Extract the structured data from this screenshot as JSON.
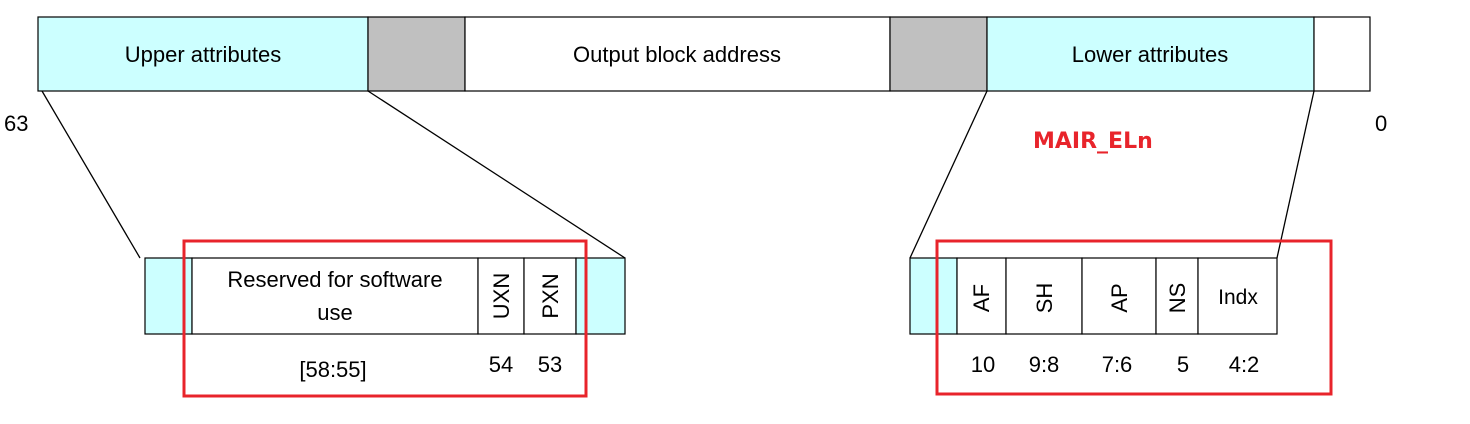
{
  "top_row": {
    "upper_attributes": "Upper attributes",
    "output_block_address": "Output block address",
    "lower_attributes": "Lower attributes",
    "bit_high": "63",
    "bit_low": "0"
  },
  "annotation": {
    "label": "MAIR_ELn",
    "color": "#e8242b"
  },
  "upper_detail": {
    "reserved_line1": "Reserved for software",
    "reserved_line2": "use",
    "uxn": "UXN",
    "pxn": "PXN",
    "bits_reserved": "[58:55]",
    "bit_uxn": "54",
    "bit_pxn": "53"
  },
  "lower_detail": {
    "fields": [
      "AF",
      "SH",
      "AP",
      "NS",
      "Indx"
    ],
    "bits": [
      "10",
      "9:8",
      "7:6",
      "5",
      "4:2"
    ]
  },
  "colors": {
    "attribute_fill": "#ccffff",
    "res_fill": "#c0c0c0",
    "highlight_box": "#e8242b"
  }
}
